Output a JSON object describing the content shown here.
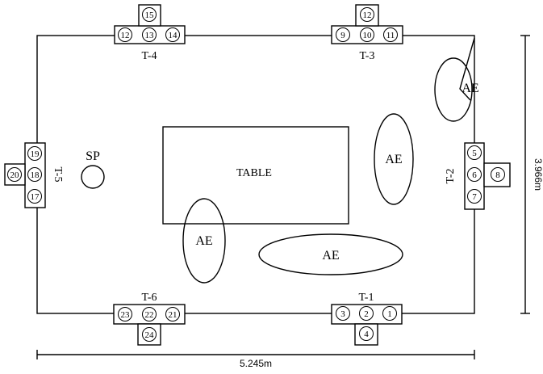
{
  "dimensions": {
    "width": "5.245m",
    "height": "3.966m"
  },
  "table": {
    "label": "TABLE"
  },
  "speaker": {
    "label": "SP"
  },
  "areas": [
    "AE",
    "AE",
    "AE",
    "AE"
  ],
  "terminals": [
    {
      "name": "T-1",
      "slots": [
        "3",
        "2",
        "1",
        "4"
      ]
    },
    {
      "name": "T-2",
      "slots": [
        "5",
        "6",
        "7",
        "8"
      ]
    },
    {
      "name": "T-3",
      "slots": [
        "9",
        "10",
        "11",
        "12"
      ]
    },
    {
      "name": "T-4",
      "slots": [
        "12",
        "13",
        "14",
        "15"
      ]
    },
    {
      "name": "T-5",
      "slots": [
        "19",
        "18",
        "17",
        "20"
      ]
    },
    {
      "name": "T-6",
      "slots": [
        "23",
        "22",
        "21",
        "24"
      ]
    }
  ]
}
